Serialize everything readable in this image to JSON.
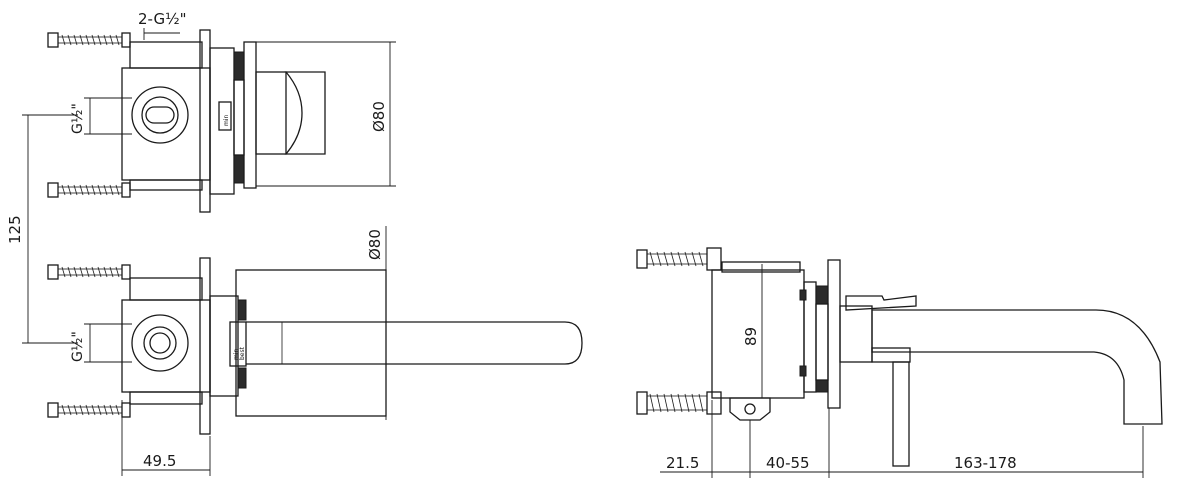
{
  "colors": {
    "line": "#1a1a1a",
    "background": "#ffffff"
  },
  "labels": {
    "pipe_thread_top": "2-G½\"",
    "g_half_upper": "G½\"",
    "g_half_lower": "G½\"",
    "center_distance": "125",
    "plate_diameter_top": "Ø80",
    "plate_diameter_bottom": "Ø80",
    "body_depth": "49.5",
    "body_height": "89",
    "dim_left_offset": "21.5",
    "dim_wall_range": "40-55",
    "dim_spout_range": "163-178",
    "min_mark_upper": "min",
    "min_mark_lower": "min",
    "best_mark_lower": "best"
  }
}
